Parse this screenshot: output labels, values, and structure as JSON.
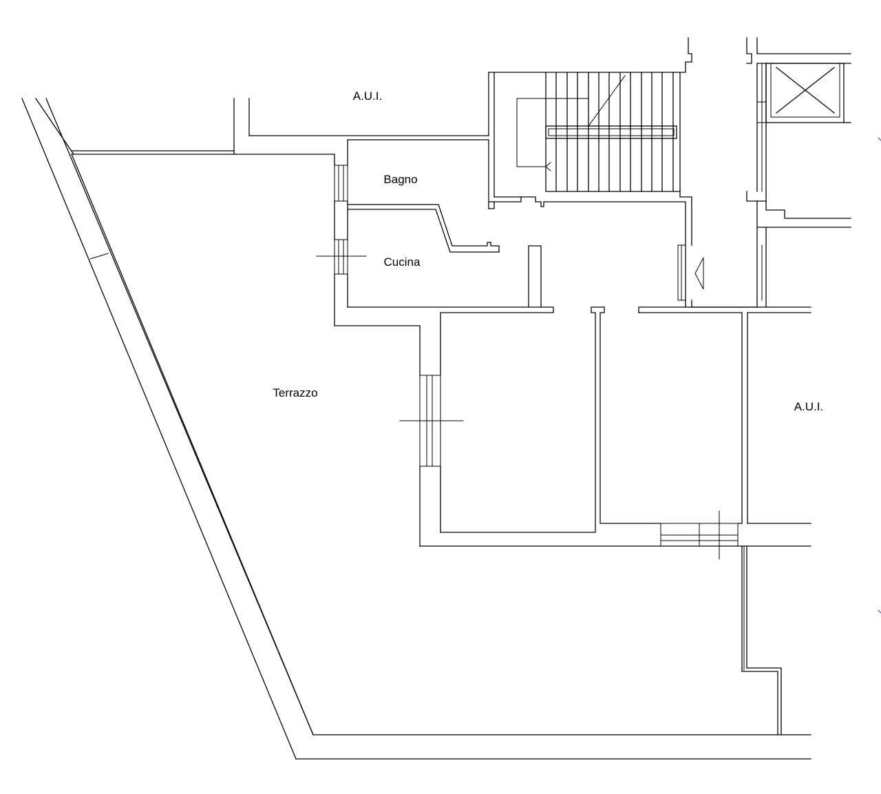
{
  "rooms": {
    "aui_top": "A.U.I.",
    "bagno": "Bagno",
    "cucina": "Cucina",
    "terrazzo": "Terrazzo",
    "aui_right": "A.U.I."
  },
  "colors": {
    "background": "#ffffff",
    "line": "#000000",
    "edge_mark": "#2a3fd1"
  },
  "icons": {
    "elevator": "elevator-cross-icon",
    "entrance": "entrance-arrow-icon",
    "stair_direction": "stair-arrow-icon"
  }
}
